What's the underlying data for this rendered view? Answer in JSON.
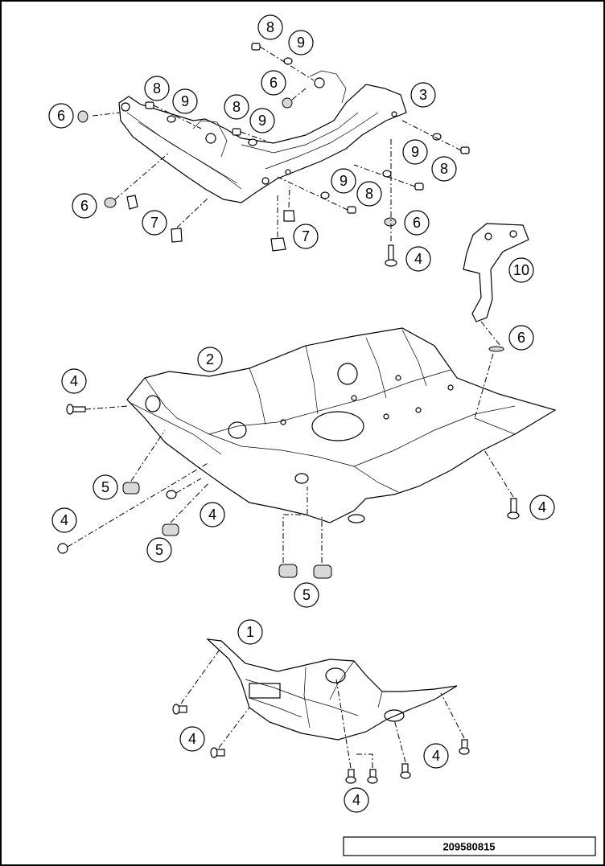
{
  "callouts": [
    {
      "id": "c-8a",
      "label": "8"
    },
    {
      "id": "c-9a",
      "label": "9"
    },
    {
      "id": "c-6a",
      "label": "6"
    },
    {
      "id": "c-3",
      "label": "3"
    },
    {
      "id": "c-8b",
      "label": "8"
    },
    {
      "id": "c-9b",
      "label": "9"
    },
    {
      "id": "c-6b",
      "label": "6"
    },
    {
      "id": "c-8c",
      "label": "8"
    },
    {
      "id": "c-9c",
      "label": "9"
    },
    {
      "id": "c-9d",
      "label": "9"
    },
    {
      "id": "c-8d",
      "label": "8"
    },
    {
      "id": "c-9e",
      "label": "9"
    },
    {
      "id": "c-8e",
      "label": "8"
    },
    {
      "id": "c-6c",
      "label": "6"
    },
    {
      "id": "c-7a",
      "label": "7"
    },
    {
      "id": "c-7b",
      "label": "7"
    },
    {
      "id": "c-6d",
      "label": "6"
    },
    {
      "id": "c-4a",
      "label": "4"
    },
    {
      "id": "c-10",
      "label": "10"
    },
    {
      "id": "c-6e",
      "label": "6"
    },
    {
      "id": "c-2",
      "label": "2"
    },
    {
      "id": "c-4b",
      "label": "4"
    },
    {
      "id": "c-5a",
      "label": "5"
    },
    {
      "id": "c-4c",
      "label": "4"
    },
    {
      "id": "c-4d",
      "label": "4"
    },
    {
      "id": "c-5b",
      "label": "5"
    },
    {
      "id": "c-4e",
      "label": "4"
    },
    {
      "id": "c-5c",
      "label": "5"
    },
    {
      "id": "c-1",
      "label": "1"
    },
    {
      "id": "c-4f",
      "label": "4"
    },
    {
      "id": "c-4g",
      "label": "4"
    },
    {
      "id": "c-4h",
      "label": "4"
    }
  ],
  "reference_number": "209580815"
}
